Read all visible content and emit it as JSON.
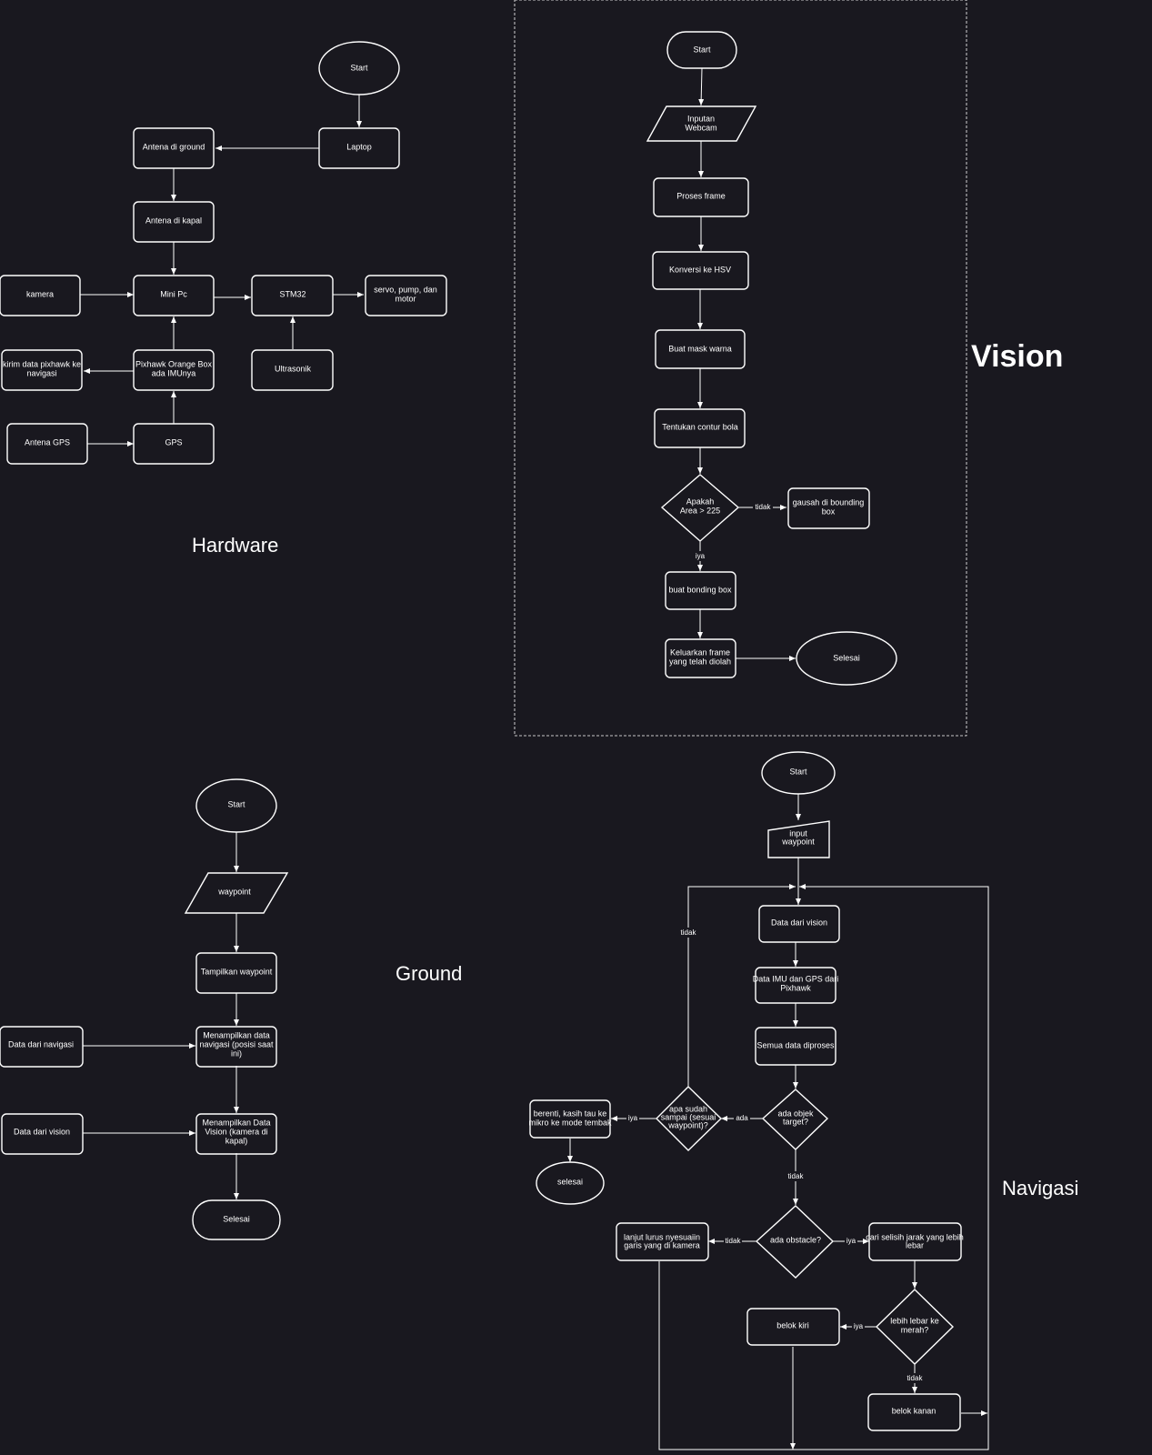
{
  "colors": {
    "background": "#19181f",
    "stroke": "#ffffff"
  },
  "titles": {
    "hardware": "Hardware",
    "vision": "Vision",
    "ground": "Ground",
    "navigasi": "Navigasi"
  },
  "hardware": {
    "start": "Start",
    "laptop": "Laptop",
    "antena_ground": "Antena di ground",
    "antena_kapal": "Antena di kapal",
    "kamera": "kamera",
    "mini_pc": "Mini Pc",
    "stm32": "STM32",
    "servo": [
      "servo, pump, dan",
      "motor"
    ],
    "kirim": [
      "kirim data pixhawk ke",
      "navigasi"
    ],
    "pixhawk": [
      "Pixhawk Orange Box",
      "ada IMUnya"
    ],
    "ultrasonik": "Ultrasonik",
    "antena_gps": "Antena GPS",
    "gps": "GPS"
  },
  "vision": {
    "start": "Start",
    "inputan": [
      "Inputan",
      "Webcam"
    ],
    "proses": "Proses frame",
    "konversi": "Konversi ke HSV",
    "mask": "Buat mask warna",
    "contur": "Tentukan contur bola",
    "apakah": [
      "Apakah",
      "Area > 225"
    ],
    "gausah": [
      "gausah di bounding",
      "box"
    ],
    "bonding": "buat bonding box",
    "keluarkan": [
      "Keluarkan frame",
      "yang telah diolah"
    ],
    "selesai": "Selesai",
    "edge_tidak": "tidak",
    "edge_iya": "iya"
  },
  "ground": {
    "start": "Start",
    "waypoint": "waypoint",
    "tampilkan": "Tampilkan waypoint",
    "menampilkan_nav": [
      "Menampilkan data",
      "navigasi (posisi saat",
      "ini)"
    ],
    "data_nav": "Data dari navigasi",
    "data_vision": "Data dari vision",
    "menampilkan_vision": [
      "Menampilkan Data",
      "Vision (kamera di",
      "kapal)"
    ],
    "selesai": "Selesai"
  },
  "navigasi": {
    "start": "Start",
    "input": [
      "input",
      "waypoint"
    ],
    "data_vision": "Data dari vision",
    "data_imu": [
      "Data IMU dan GPS dari",
      "Pixhawk"
    ],
    "semua": "Semua data diproses",
    "ada_objek": [
      "ada objek",
      "target?"
    ],
    "apa_sudah": [
      "apa sudah",
      "sampai (sesuai",
      "waypoint)?"
    ],
    "berenti": [
      "berenti, kasih tau ke",
      "mikro ke mode tembak"
    ],
    "selesai": "selesai",
    "ada_obstacle": "ada obstacle?",
    "lanjut": [
      "lanjut lurus nyesuaiin",
      "garis yang di kamera"
    ],
    "cari": [
      "cari selisih jarak yang lebih",
      "lebar"
    ],
    "lebih": [
      "lebih lebar ke",
      "merah?"
    ],
    "belok_kiri": "belok kiri",
    "belok_kanan": "belok kanan",
    "edge_ada": "ada",
    "edge_iya": "iya",
    "edge_tidak": "tidak"
  }
}
